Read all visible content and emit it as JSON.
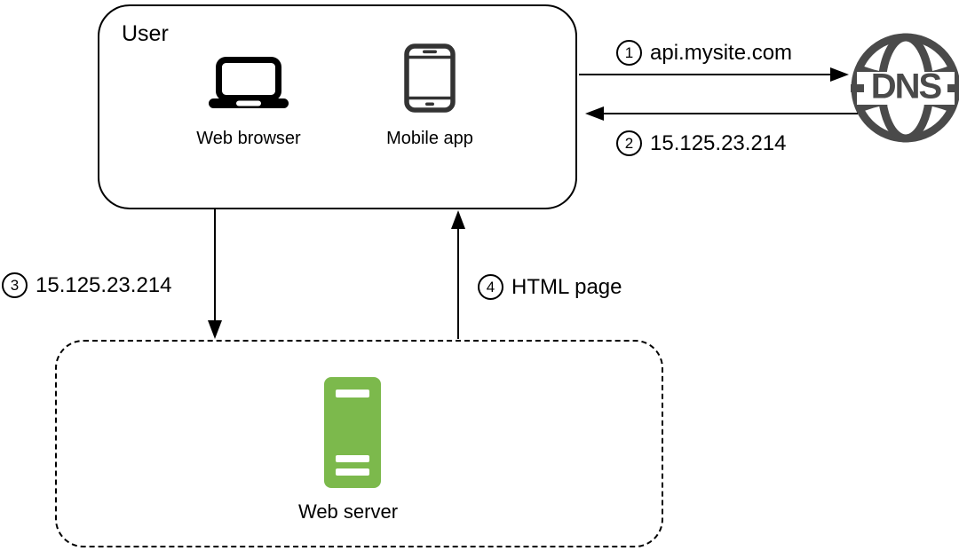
{
  "user_box": {
    "title": "User",
    "devices": [
      {
        "icon": "laptop-icon",
        "label": "Web browser"
      },
      {
        "icon": "smartphone-icon",
        "label": "Mobile app"
      }
    ]
  },
  "dns": {
    "label": "DNS",
    "icon": "globe-icon"
  },
  "server_box": {
    "label": "Web server",
    "icon": "server-icon"
  },
  "steps": [
    {
      "number": "1",
      "label": "api.mysite.com",
      "from": "user",
      "to": "dns"
    },
    {
      "number": "2",
      "label": "15.125.23.214",
      "from": "dns",
      "to": "user"
    },
    {
      "number": "3",
      "label": "15.125.23.214",
      "from": "user",
      "to": "web-server"
    },
    {
      "number": "4",
      "label": "HTML page",
      "from": "web-server",
      "to": "user"
    }
  ],
  "colors": {
    "server_green": "#7CB94C",
    "dns_gray": "#4A4A4A",
    "line": "#000000",
    "background": "#FFFFFF"
  }
}
